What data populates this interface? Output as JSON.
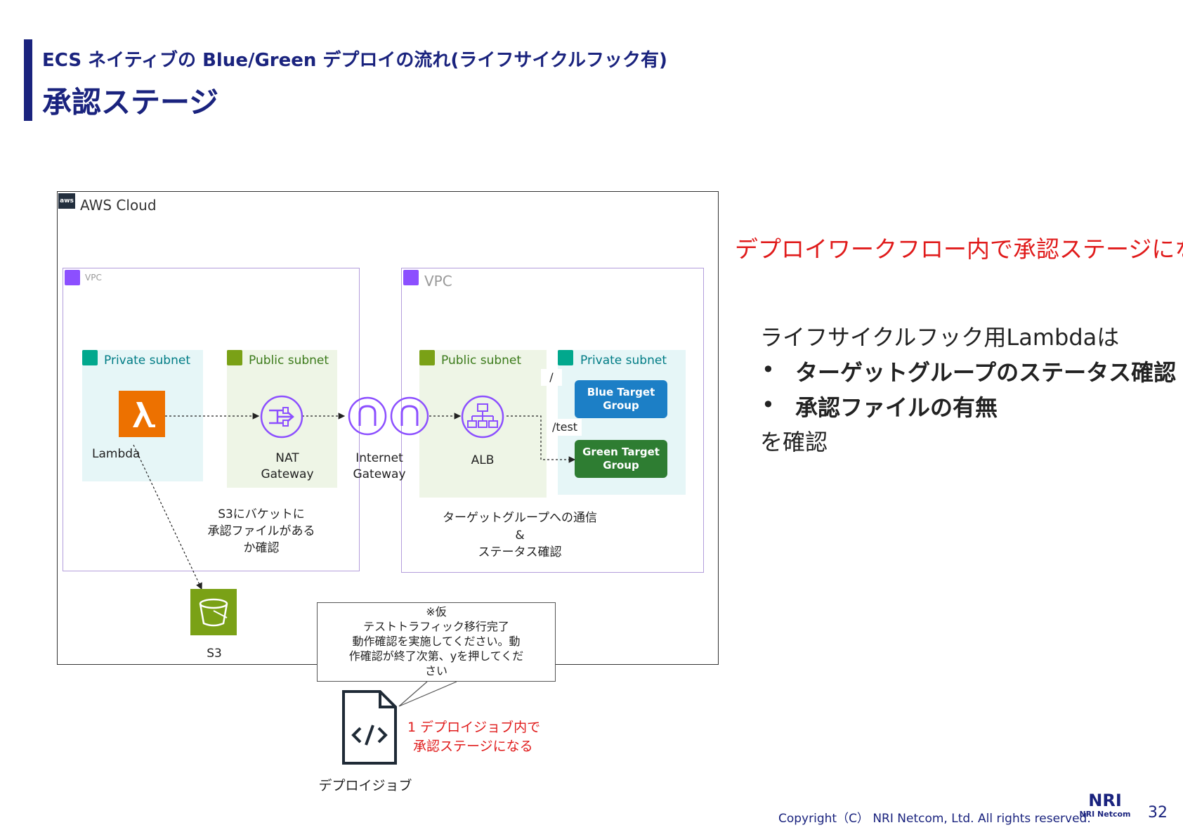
{
  "header": {
    "subtitle": "ECS ネイティブの Blue/Green デプロイの流れ(ライフサイクルフック有)",
    "title": "承認ステージ"
  },
  "diagram": {
    "aws_cloud_label": "AWS Cloud",
    "aws_logo_text": "aws",
    "vpc_left_label": "VPC",
    "vpc_right_label": "VPC",
    "private_subnet_left": "Private subnet",
    "public_subnet_left": "Public subnet",
    "public_subnet_right": "Public subnet",
    "private_subnet_right": "Private subnet",
    "lambda_label": "Lambda",
    "nat_label_1": "NAT",
    "nat_label_2": "Gateway",
    "igw_label_1": "Internet",
    "igw_label_2": "Gateway",
    "alb_label": "ALB",
    "path_root": "/",
    "path_test": "/test",
    "blue_tg_1": "Blue Target",
    "blue_tg_2": "Group",
    "green_tg_1": "Green Target",
    "green_tg_2": "Group",
    "s3_note_1": "S3にバケットに",
    "s3_note_2": "承認ファイルがある",
    "s3_note_3": "か確認",
    "tg_note_1": "ターゲットグループへの通信",
    "tg_note_2": "&",
    "tg_note_3": "ステータス確認",
    "s3_label": "S3",
    "callout_1": "※仮",
    "callout_2": "テストトラフィック移行完了",
    "callout_3": "動作確認を実施してください。動",
    "callout_4": "作確認が終了次第、yを押してくだ",
    "callout_5": "さい",
    "job_note_1": "1 デプロイジョブ内で",
    "job_note_2": "承認ステージになる",
    "job_label": "デプロイジョブ",
    "colors": {
      "vpc_border": "#b39ddb",
      "lambda": "#ed7100",
      "s3": "#7aa116",
      "blue_tg": "#1c7fc6",
      "green_tg": "#2e7d32",
      "network_icon": "#8c4fff"
    }
  },
  "right_panel": {
    "heading": "デプロイワークフロー内で承認ステージになる",
    "intro": "ライフサイクルフック用Lambdaは",
    "bullets": [
      "ターゲットグループのステータス確認",
      "承認ファイルの有無"
    ],
    "outro": "を確認"
  },
  "footer": {
    "copyright": "Copyright（C） NRI Netcom, Ltd. All rights reserved.",
    "logo_top": "NRI",
    "logo_bottom": "NRI Netcom",
    "page_number": "32"
  }
}
